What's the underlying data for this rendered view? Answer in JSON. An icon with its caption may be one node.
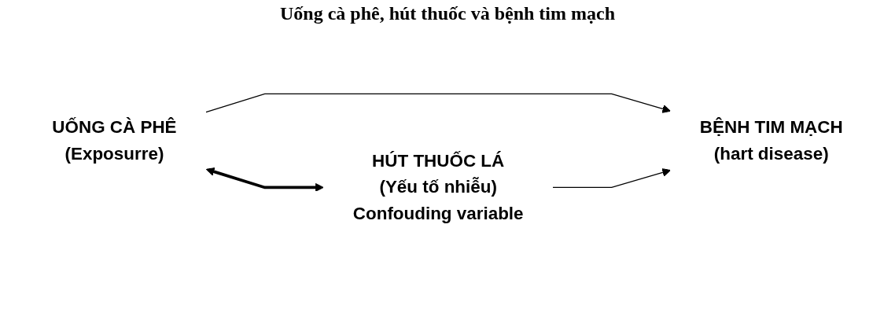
{
  "diagram": {
    "title": "Uống cà phê, hút thuốc và bệnh tim mạch",
    "nodes": [
      {
        "text": [
          "UỐNG CÀ PHÊ",
          "(Exposurre)"
        ]
      },
      {
        "text": [
          "BỆNH TIM MẠCH",
          "(hart disease)"
        ]
      },
      {
        "text": [
          "HÚT THUỐC LÁ",
          "(Yếu tố nhiễu)",
          "Confouding variable"
        ]
      }
    ],
    "edges": [
      {
        "from": 0,
        "to": 1,
        "arrow": "to"
      },
      {
        "from": 0,
        "to": 2,
        "arrow": "both",
        "style": "thick"
      },
      {
        "from": 2,
        "to": 1,
        "arrow": "to"
      }
    ]
  }
}
